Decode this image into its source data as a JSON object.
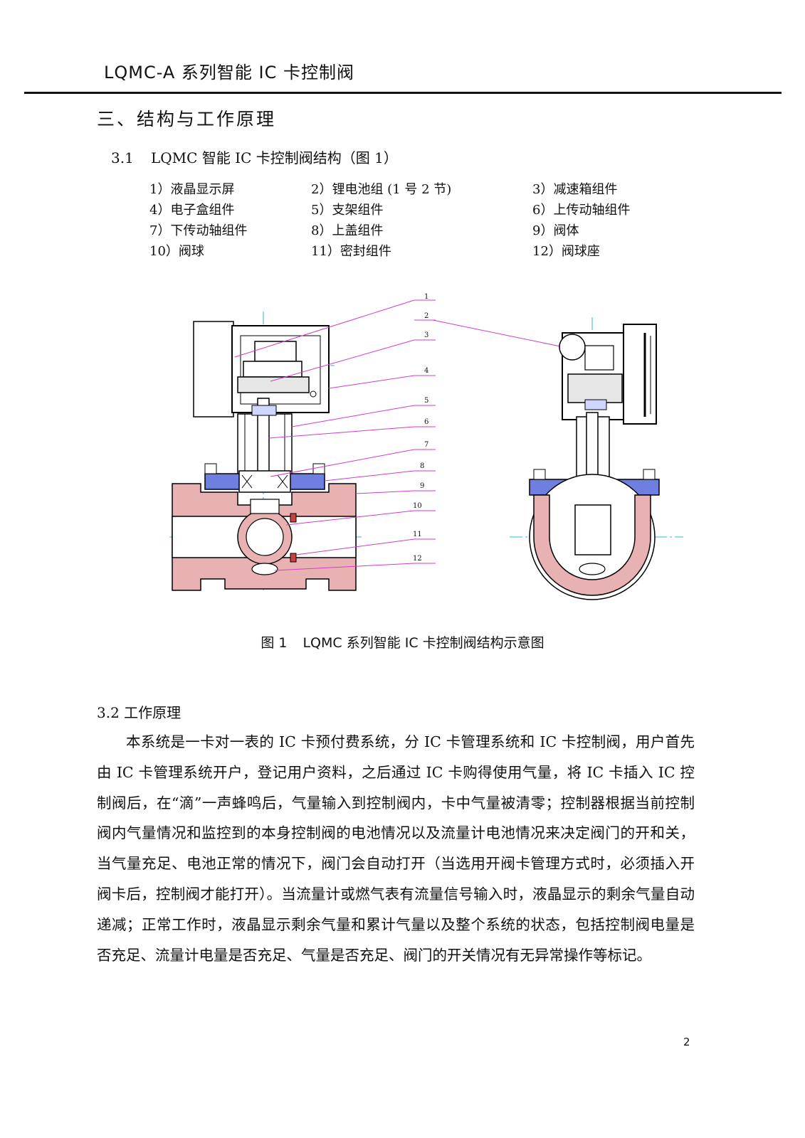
{
  "header": {
    "title": "LQMC-A 系列智能 IC 卡控制阀"
  },
  "section": {
    "title": "三、结构与工作原理"
  },
  "subsection_3_1": {
    "number": "3.1",
    "title": "LQMC 智能 IC 卡控制阀结构（图 1）"
  },
  "parts": [
    "1）液晶显示屏",
    "2）锂电池组 (1 号 2 节)",
    "3）减速箱组件",
    "4）电子盒组件",
    "5）支架组件",
    "6）上传动轴组件",
    "7）下传动轴组件",
    "8）上盖组件",
    "9）阀体",
    "10）阀球",
    "11）密封组件",
    "12）阀球座"
  ],
  "figure": {
    "callouts": [
      "1",
      "2",
      "3",
      "4",
      "5",
      "6",
      "7",
      "8",
      "9",
      "10",
      "11",
      "12"
    ],
    "colors": {
      "body_fill": "#e9b2b2",
      "cover_fill": "#6f7fe0",
      "leader": "#d23cc9",
      "centerline": "#2fb4e8"
    }
  },
  "caption": {
    "label": "图 1",
    "text": "LQMC 系列智能 IC 卡控制阀结构示意图"
  },
  "subsection_3_2": {
    "title": "3.2 工作原理"
  },
  "paragraph": "本系统是一卡对一表的 IC 卡预付费系统，分 IC 卡管理系统和 IC 卡控制阀，用户首先由 IC 卡管理系统开户，登记用户资料，之后通过 IC 卡购得使用气量，将 IC 卡插入 IC 控制阀后，在“滴”一声蜂鸣后，气量输入到控制阀内，卡中气量被清零；控制器根据当前控制阀内气量情况和监控到的本身控制阀的电池情况以及流量计电池情况来决定阀门的开和关，当气量充足、电池正常的情况下，阀门会自动打开（当选用开阀卡管理方式时，必须插入开阀卡后，控制阀才能打开）。当流量计或燃气表有流量信号输入时，液晶显示的剩余气量自动递减；正常工作时，液晶显示剩余气量和累计气量以及整个系统的状态，包括控制阀电量是否充足、流量计电量是否充足、气量是否充足、阀门的开关情况有无异常操作等标记。",
  "page_number": "2"
}
